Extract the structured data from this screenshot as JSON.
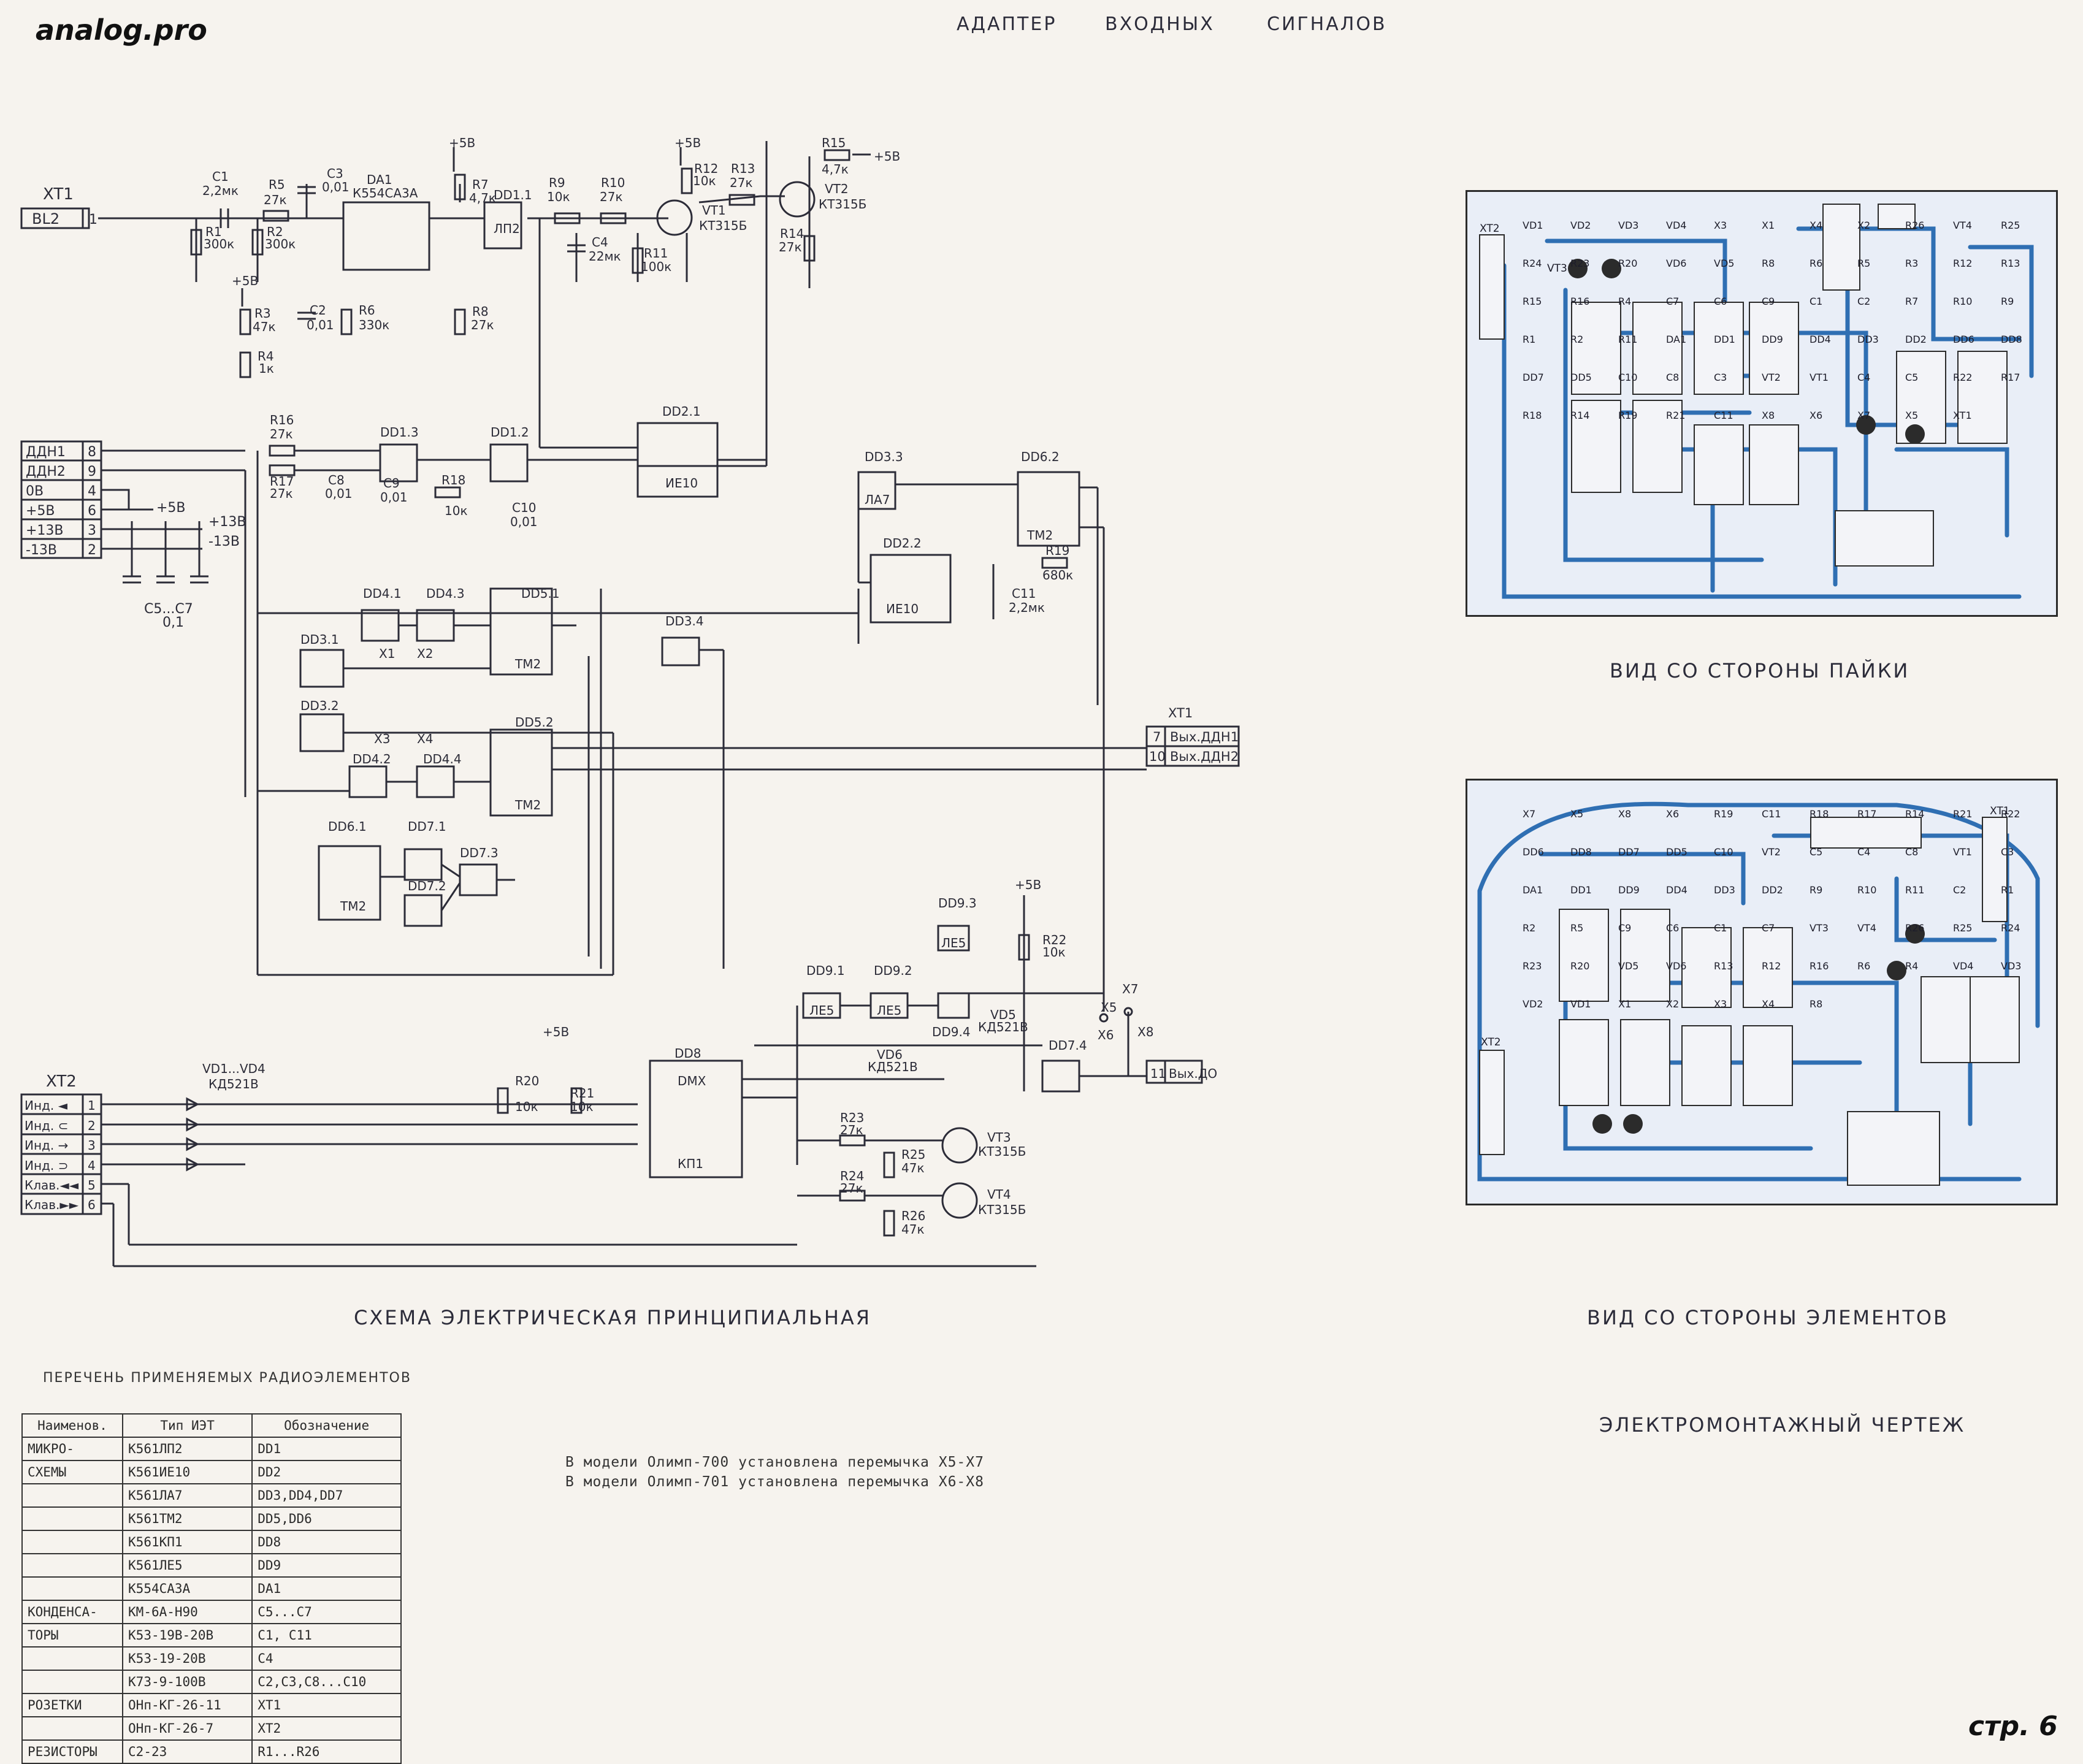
{
  "watermark": "analog.pro",
  "page_number": "стр. 6",
  "title_words": [
    "АДАПТЕР",
    "ВХОДНЫХ",
    "СИГНАЛОВ"
  ],
  "captions": {
    "schematic": "СХЕМА ЭЛЕКТРИЧЕСКАЯ ПРИНЦИПИАЛЬНАЯ",
    "solder_side": "ВИД СО СТОРОНЫ ПАЙКИ",
    "component_side": "ВИД СО СТОРОНЫ ЭЛЕМЕНТОВ",
    "wiring": "ЭЛЕКТРОМОНТАЖНЫЙ ЧЕРТЕЖ"
  },
  "notes": [
    "В модели Олимп-700 установлена перемычка X5-X7",
    "В модели Олимп-701 установлена перемычка X6-X8"
  ],
  "parts_list": {
    "heading": "ПЕРЕЧЕНЬ ПРИМЕНЯЕМЫХ РАДИОЭЛЕМЕНТОВ",
    "columns": [
      "Наименов.",
      "Тип ИЭТ",
      "Обозначение"
    ],
    "rows": [
      [
        "МИКРО-",
        "К561ЛП2",
        "DD1"
      ],
      [
        "СХЕМЫ",
        "К561ИЕ10",
        "DD2"
      ],
      [
        "",
        "К561ЛА7",
        "DD3,DD4,DD7"
      ],
      [
        "",
        "К561ТМ2",
        "DD5,DD6"
      ],
      [
        "",
        "К561КП1",
        "DD8"
      ],
      [
        "",
        "К561ЛЕ5",
        "DD9"
      ],
      [
        "",
        "К554СА3А",
        "DA1"
      ],
      [
        "КОНДЕНСА-",
        "КМ-6А-Н90",
        "С5...С7"
      ],
      [
        "ТОРЫ",
        "К53-19В-20В",
        "С1, С11"
      ],
      [
        "",
        "К53-19-20В",
        "С4"
      ],
      [
        "",
        "К73-9-100В",
        "С2,С3,С8...С10"
      ],
      [
        "РОЗЕТКИ",
        "ОНп-КГ-26-11",
        "XT1"
      ],
      [
        "",
        "ОНп-КГ-26-7",
        "XT2"
      ],
      [
        "РЕЗИСТОРЫ",
        "С2-23",
        "R1...R26"
      ]
    ]
  },
  "connectors": {
    "xt1_in": {
      "name": "XT1",
      "pin": "1",
      "label": "BL2"
    },
    "xt1_power": [
      {
        "label": "ДДН1",
        "pin": "8"
      },
      {
        "label": "ДДН2",
        "pin": "9"
      },
      {
        "label": "0В",
        "pin": "4"
      },
      {
        "label": "+5В",
        "pin": "6"
      },
      {
        "label": "+13В",
        "pin": "3"
      },
      {
        "label": "-13В",
        "pin": "2"
      }
    ],
    "xt1_out": {
      "name": "XT1",
      "rows": [
        {
          "pin": "7",
          "label": "Вых.ДДН1"
        },
        {
          "pin": "10",
          "label": "Вых.ДДН2"
        }
      ]
    },
    "xt1_do": {
      "pin": "11",
      "label": "Вых.ДО"
    },
    "xt2": {
      "name": "XT2",
      "rows": [
        {
          "label": "Инд. ◄",
          "pin": "1"
        },
        {
          "label": "Инд. ⊂",
          "pin": "2"
        },
        {
          "label": "Инд. →",
          "pin": "3"
        },
        {
          "label": "Инд. ⊃",
          "pin": "4"
        },
        {
          "label": "Клав.◄◄",
          "pin": "5"
        },
        {
          "label": "Клав.►►",
          "pin": "6"
        }
      ]
    }
  },
  "schematic_labels": {
    "c1": "С1",
    "c1v": "2,2мк",
    "r5": "R5",
    "r5v": "27к",
    "c3": "С3",
    "c3v": "0,01",
    "da1": "DA1",
    "da1t": "К554СА3А",
    "r1": "R1",
    "r1v": "300к",
    "r2": "R2",
    "r2v": "300к",
    "r3": "R3",
    "r3v": "47к",
    "r4": "R4",
    "r4v": "1к",
    "c2": "С2",
    "c2v": "0,01",
    "r6": "R6",
    "r6v": "330к",
    "r7": "R7",
    "r7v": "4,7к",
    "r8": "R8",
    "r8v": "27к",
    "dd11": "DD1.1",
    "lp2": "ЛП2",
    "r9": "R9",
    "r9v": "10к",
    "r10": "R10",
    "r10v": "27к",
    "c4": "С4",
    "c4v": "22мк",
    "r11": "R11",
    "r11v": "100к",
    "r12": "R12",
    "r12v": "10к",
    "r13": "R13",
    "r13v": "27к",
    "vt1": "VT1",
    "vt1t": "КТ315Б",
    "r15": "R15",
    "r15v": "4,7к",
    "vt2": "VT2",
    "vt2t": "КТ315Б",
    "r14": "R14",
    "r14v": "27к",
    "p5": "+5В",
    "p13": "+13В",
    "m13": "-13В",
    "c57": "С5...С7",
    "c57v": "0,1",
    "r16": "R16",
    "r16v": "27к",
    "r17": "R17",
    "r17v": "27к",
    "c8": "С8",
    "c8v": "0,01",
    "c9": "С9",
    "c9v": "0,01",
    "dd13": "DD1.3",
    "dd12": "DD1.2",
    "r18": "R18",
    "r18v": "10к",
    "c10": "С10",
    "c10v": "0,01",
    "dd21": "DD2.1",
    "ie10": "ИЕ10",
    "dd33": "DD3.3",
    "dd62": "DD6.2",
    "dd22": "DD2.2",
    "r19": "R19",
    "r19v": "680к",
    "c11": "С11",
    "c11v": "2,2мк",
    "dd41": "DD4.1",
    "dd43": "DD4.3",
    "dd51": "DD5.1",
    "dd34": "DD3.4",
    "dd31": "DD3.1",
    "dd32": "DD3.2",
    "dd52": "DD5.2",
    "dd42": "DD4.2",
    "dd44": "DD4.4",
    "dd61": "DD6.1",
    "dd71": "DD7.1",
    "dd73": "DD7.3",
    "dd72": "DD7.2",
    "la7": "ЛА7",
    "tm2": "ТМ2",
    "x1": "X1",
    "x2": "X2",
    "x3": "X3",
    "x4": "X4",
    "x5": "X5",
    "x6": "X6",
    "x7": "X7",
    "x8": "X8",
    "dd93": "DD9.3",
    "dd91": "DD9.1",
    "dd92": "DD9.2",
    "dd94": "DD9.4",
    "le5": "ЛЕ5",
    "r22": "R22",
    "r22v": "10к",
    "vd5": "VD5",
    "vd5t": "КД521В",
    "vd6": "VD6",
    "vd6t": "КД521В",
    "dd74": "DD7.4",
    "vd14": "VD1...VD4",
    "vd14t": "КД521В",
    "r20": "R20",
    "r20v": "10к",
    "r21": "R21",
    "r21v": "10к",
    "dd8": "DD8",
    "dmx": "DMX",
    "kp1": "КП1",
    "r23": "R23",
    "r23v": "27к",
    "r25": "R25",
    "r25v": "47к",
    "vt3": "VT3",
    "vt3t": "КТ315Б",
    "r24": "R24",
    "r24v": "27к",
    "r26": "R26",
    "r26v": "47к",
    "vt4": "VT4",
    "vt4t": "КТ315Б"
  },
  "pcb_solder": {
    "xt2": "XT2",
    "vt3": "VT3",
    "labels": [
      "VD1",
      "VD2",
      "VD3",
      "VD4",
      "X3",
      "X1",
      "X4",
      "X2",
      "R26",
      "VT4",
      "R25",
      "R24",
      "R23",
      "R20",
      "VD6",
      "VD5",
      "R8",
      "R6",
      "R5",
      "R3",
      "R12",
      "R13",
      "R15",
      "R16",
      "R4",
      "C7",
      "C6",
      "C9",
      "C1",
      "C2",
      "R7",
      "R10",
      "R9",
      "R1",
      "R2",
      "R11",
      "DA1",
      "DD1",
      "DD9",
      "DD4",
      "DD3",
      "DD2",
      "DD6",
      "DD8",
      "DD7",
      "DD5",
      "C10",
      "C8",
      "C3",
      "VT2",
      "VT1",
      "C4",
      "C5",
      "R22",
      "R17",
      "R18",
      "R14",
      "R19",
      "R21",
      "C11",
      "X8",
      "X6",
      "X7",
      "X5",
      "XT1"
    ]
  },
  "pcb_component": {
    "xt2": "XT2",
    "xt1": "XT1",
    "labels": [
      "X7",
      "X5",
      "X8",
      "X6",
      "R19",
      "C11",
      "R18",
      "R17",
      "R14",
      "R21",
      "R22",
      "DD6",
      "DD8",
      "DD7",
      "DD5",
      "C10",
      "VT2",
      "C5",
      "C4",
      "C8",
      "VT1",
      "C3",
      "DA1",
      "DD1",
      "DD9",
      "DD4",
      "DD3",
      "DD2",
      "R9",
      "R10",
      "R11",
      "C2",
      "R1",
      "R2",
      "R5",
      "C9",
      "C6",
      "C1",
      "C7",
      "VT3",
      "VT4",
      "R26",
      "R25",
      "R24",
      "R23",
      "R20",
      "VD5",
      "VD6",
      "R13",
      "R12",
      "R16",
      "R6",
      "R4",
      "VD4",
      "VD3",
      "VD2",
      "VD1",
      "X1",
      "X2",
      "X3",
      "X4",
      "R8"
    ]
  }
}
